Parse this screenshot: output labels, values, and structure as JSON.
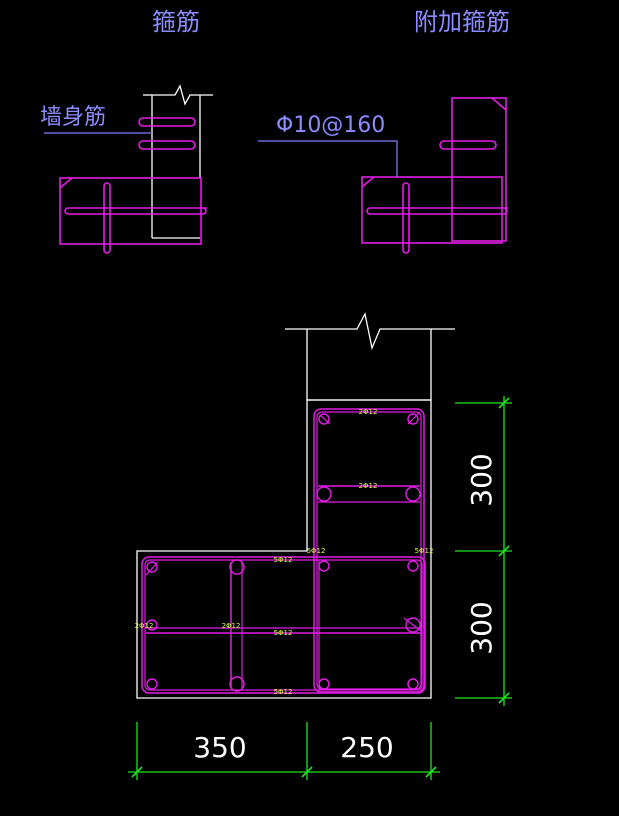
{
  "colors": {
    "background": "#000000",
    "outline": "#ffffff",
    "rebar": "#e21ee6",
    "leader": "#7b7cff",
    "label": "#8a8cff",
    "dimension": "#1ee61e",
    "small_text": "#d8ff3a"
  },
  "top_details": {
    "left_title": "箍筋",
    "right_title": "附加箍筋",
    "wall_rebar_label": "墙身筋",
    "stirrup_spec": "Φ10@160"
  },
  "section": {
    "bar_labels": {
      "top_upper": "2Φ12",
      "top_mid": "2Φ12",
      "step_mid": "5Φ12",
      "step_left": "5Φ12",
      "step_right": "5Φ12",
      "left_side": "2Φ12",
      "mid_vertical": "2Φ12",
      "middle": "5Φ12",
      "bottom": "5Φ12"
    },
    "dimensions": {
      "right_upper": "300",
      "right_lower": "300",
      "bottom_left": "350",
      "bottom_right": "250"
    }
  }
}
